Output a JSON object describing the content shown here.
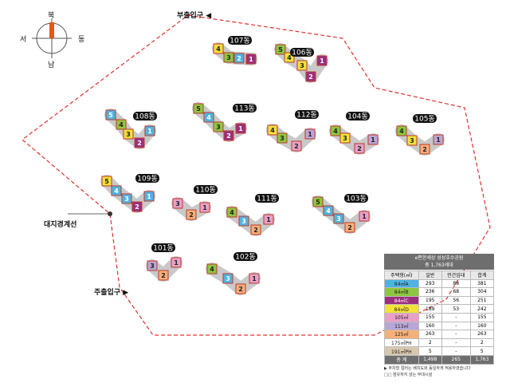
{
  "compass": {
    "north": "북",
    "south": "남",
    "east": "동",
    "west": "서"
  },
  "gates": {
    "side": "부출입구",
    "main": "주출입구"
  },
  "boundary_label": "대지경계선",
  "buildings": [
    {
      "name": "107동",
      "units": [
        "4",
        "3",
        "2",
        "1"
      ]
    },
    {
      "name": "106동",
      "units": [
        "5",
        "4",
        "3",
        "2",
        "1"
      ]
    },
    {
      "name": "108동",
      "units": [
        "5",
        "4",
        "3",
        "2",
        "1"
      ]
    },
    {
      "name": "113동",
      "units": [
        "5",
        "4",
        "3",
        "2",
        "1"
      ]
    },
    {
      "name": "112동",
      "units": [
        "4",
        "3",
        "2",
        "1"
      ]
    },
    {
      "name": "104동",
      "units": [
        "4",
        "3",
        "2",
        "1"
      ]
    },
    {
      "name": "105동",
      "units": [
        "4",
        "3",
        "2",
        "1"
      ]
    },
    {
      "name": "109동",
      "units": [
        "5",
        "4",
        "3",
        "2",
        "1"
      ]
    },
    {
      "name": "110동",
      "units": [
        "3",
        "2",
        "1"
      ]
    },
    {
      "name": "111동",
      "units": [
        "4",
        "3",
        "2",
        "1"
      ]
    },
    {
      "name": "103동",
      "units": [
        "5",
        "4",
        "3",
        "2",
        "1"
      ]
    },
    {
      "name": "101동",
      "units": [
        "3",
        "2",
        "1"
      ]
    },
    {
      "name": "102동",
      "units": [
        "4",
        "3",
        "2",
        "1"
      ]
    }
  ],
  "colors": {
    "A": "#4fb3e0",
    "B": "#8dc63f",
    "C": "#9b2f7d",
    "D": "#f2e13a",
    "E105": "#e8a0c8",
    "F113": "#b9a6d6",
    "G125": "#f4b07a",
    "PH175": "#ffffff",
    "PH191": "#d8c8b0",
    "boundary": "#e03030",
    "frame": "#111111"
  },
  "summary": {
    "title": "e편한세상 성성호수공원",
    "subtitle": "총 1,763세대",
    "headers": [
      "주택형(㎡)",
      "일반",
      "민간임대",
      "합계"
    ],
    "rows": [
      {
        "type": "84㎡A",
        "general": "293",
        "rental": "88",
        "total": "381",
        "color": "#4fb3e0"
      },
      {
        "type": "84㎡B",
        "general": "236",
        "rental": "68",
        "total": "304",
        "color": "#8dc63f"
      },
      {
        "type": "84㎡C",
        "general": "195",
        "rental": "56",
        "total": "251",
        "color": "#9b2f7d"
      },
      {
        "type": "84㎡D",
        "general": "189",
        "rental": "53",
        "total": "242",
        "color": "#f2e13a"
      },
      {
        "type": "105㎡",
        "general": "155",
        "rental": "-",
        "total": "155",
        "color": "#e8a0c8"
      },
      {
        "type": "113㎡",
        "general": "160",
        "rental": "-",
        "total": "160",
        "color": "#b9a6d6"
      },
      {
        "type": "125㎡",
        "general": "263",
        "rental": "-",
        "total": "263",
        "color": "#f4b07a"
      },
      {
        "type": "175㎡PH",
        "general": "2",
        "rental": "-",
        "total": "2",
        "color": "#ffffff"
      },
      {
        "type": "191㎡PH",
        "general": "5",
        "rental": "-",
        "total": "5",
        "color": "#d8c8b0"
      }
    ],
    "total": {
      "label": "총 계",
      "general": "1,498",
      "rental": "265",
      "total": "1,763"
    },
    "notes": [
      "▶ 주차형 컬러는 배치도와 동일하게 적용하였습니다",
      "□□ 점유하지 않는 부대시설"
    ]
  }
}
